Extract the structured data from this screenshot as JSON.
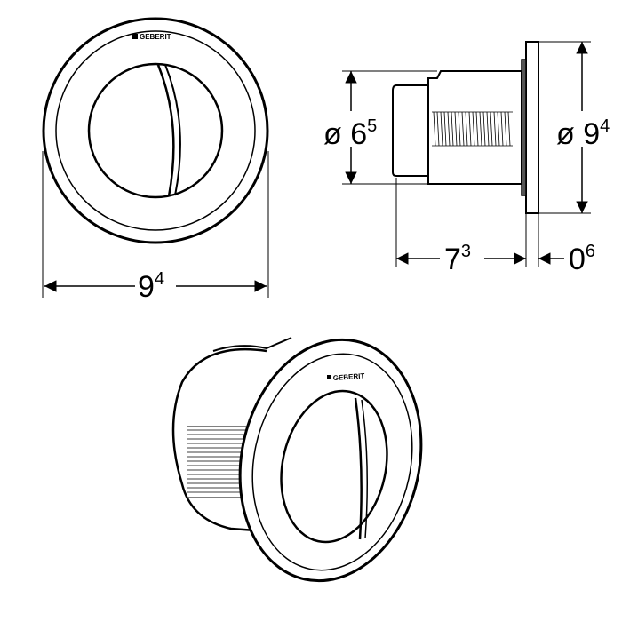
{
  "brand": {
    "logo_text": "GEBERIT"
  },
  "front_view": {
    "width_dim": {
      "main": "9",
      "sup": "4"
    }
  },
  "side_view": {
    "body_diameter": {
      "prefix": "ø",
      "main": "6",
      "sup": "5"
    },
    "plate_diameter": {
      "prefix": "ø",
      "main": "9",
      "sup": "4"
    },
    "depth": {
      "main": "7",
      "sup": "3"
    },
    "plate_thickness": {
      "main": "0",
      "sup": "6"
    }
  },
  "colors": {
    "line": "#000000",
    "background": "#ffffff"
  }
}
